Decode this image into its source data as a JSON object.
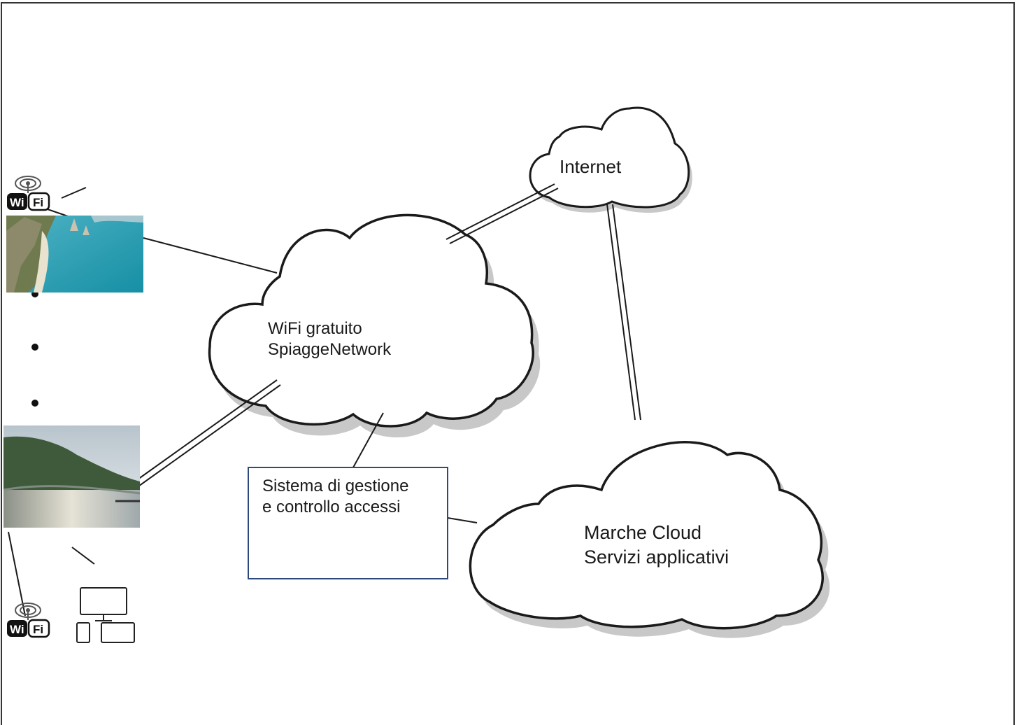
{
  "clouds": {
    "internet": {
      "label": "Internet"
    },
    "wifi": {
      "line1": "WiFi gratuito",
      "line2": "SpiaggeNetwork"
    },
    "marche": {
      "line1": "Marche Cloud",
      "line2": "Servizi applicativi"
    }
  },
  "access_box": {
    "line1": "Sistema di gestione",
    "line2": "e controllo accessi"
  },
  "wifi_badge": {
    "left": "Wi",
    "right": "Fi"
  },
  "icons": [
    "wifi-antenna-icon",
    "beach-photo",
    "coast-photo",
    "devices-icon"
  ],
  "colors": {
    "box_border": "#2e4a7d",
    "cloud_stroke": "#1a1a1a",
    "cloud_shadow": "#c8c8c8",
    "frame": "#333333"
  }
}
